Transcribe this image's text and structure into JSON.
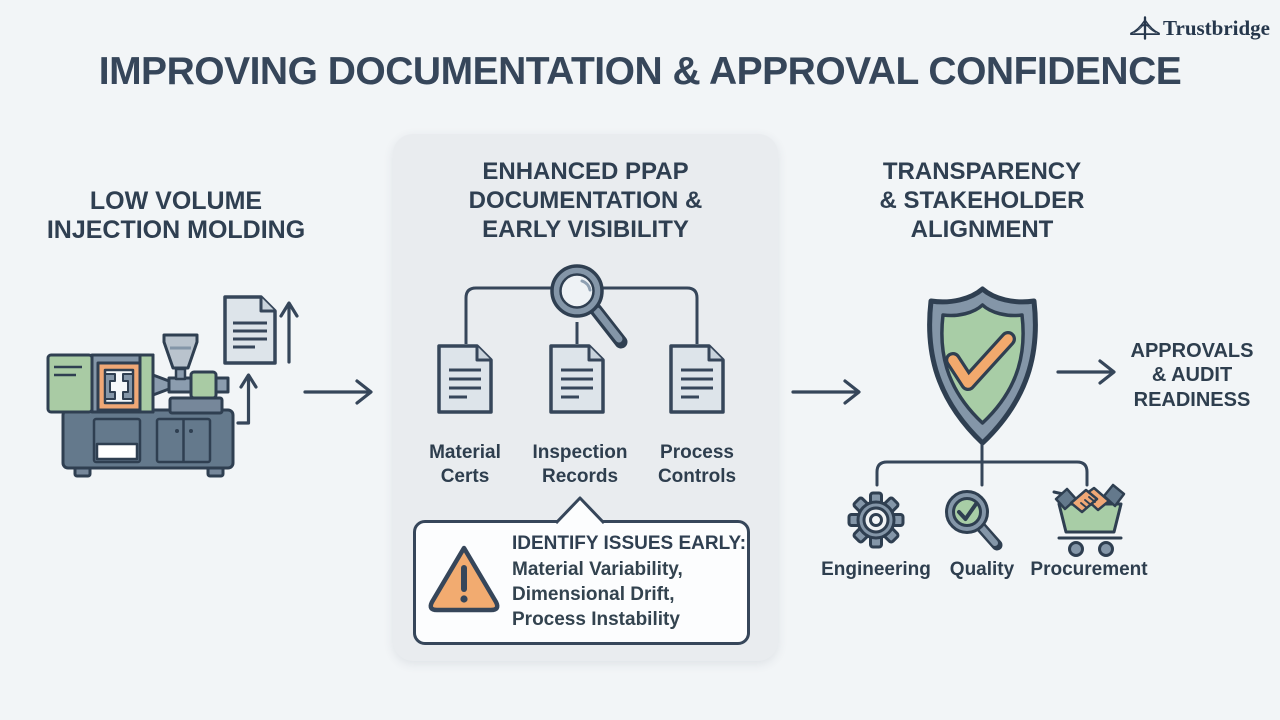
{
  "brand": {
    "name": "Trustbridge"
  },
  "title": "IMPROVING DOCUMENTATION & APPROVAL CONFIDENCE",
  "left": {
    "heading": [
      "LOW VOLUME",
      "INJECTION MOLDING"
    ]
  },
  "center": {
    "heading": [
      "ENHANCED PPAP",
      "DOCUMENTATION &",
      "EARLY VISIBILITY"
    ],
    "documents": [
      {
        "line1": "Material",
        "line2": "Certs"
      },
      {
        "line1": "Inspection",
        "line2": "Records"
      },
      {
        "line1": "Process",
        "line2": "Controls"
      }
    ],
    "callout": {
      "heading": "IDENTIFY ISSUES EARLY:",
      "items": [
        "Material Variability,",
        "Dimensional Drift,",
        "Process Instability"
      ]
    }
  },
  "right": {
    "heading": [
      "TRANSPARENCY",
      "& STAKEHOLDER",
      "ALIGNMENT"
    ],
    "stakeholders": [
      "Engineering",
      "Quality",
      "Procurement"
    ],
    "outcome": [
      "APPROVALS",
      "& AUDIT",
      "READINESS"
    ]
  },
  "icons": {
    "logo": "bridge-icon",
    "left_illustration": "injection-molding-machine-icon",
    "left_document": "document-icon",
    "center_top": "magnifier-icon",
    "center_documents": "document-icon",
    "callout": "warning-triangle-icon",
    "right_top": "shield-check-icon",
    "stakeholders": [
      "gear-icon",
      "magnifier-check-icon",
      "handshake-cart-icon"
    ]
  },
  "colors": {
    "background": "#f2f5f7",
    "panel": "#e9ecef",
    "ink": "#36465a",
    "gray_blue": "#8496a8",
    "dark_gray_blue": "#64798c",
    "doc_fill": "#dde4ea",
    "green": "#a8cda6",
    "orange": "#f2ab70",
    "callout_bg": "#fcfdfe"
  }
}
